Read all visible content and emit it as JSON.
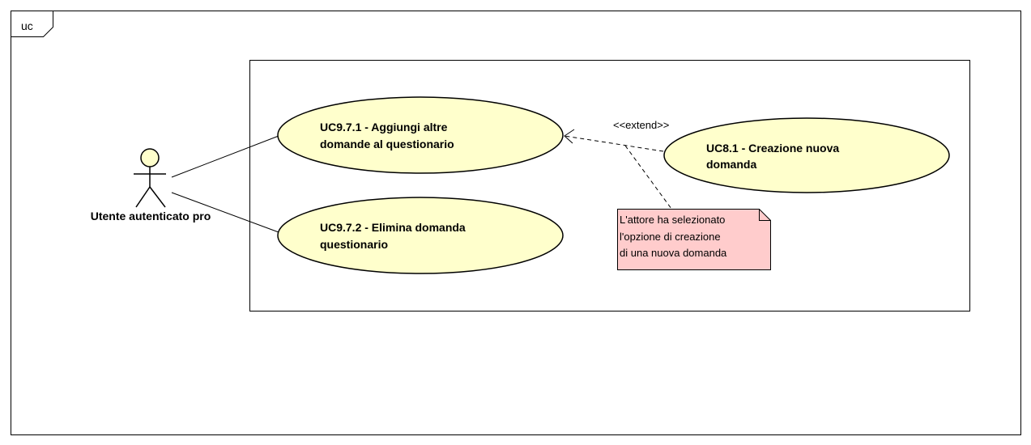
{
  "frame": {
    "label": "uc"
  },
  "actor": {
    "name": "Utente autenticato pro"
  },
  "use_cases": {
    "uc971": {
      "line1": "UC9.7.1 - Aggiungi altre",
      "line2": "domande al questionario"
    },
    "uc972": {
      "line1": "UC9.7.2 - Elimina domanda",
      "line2": "questionario"
    },
    "uc81": {
      "line1": "UC8.1 - Creazione nuova",
      "line2": "domanda"
    }
  },
  "relations": {
    "extend_label": "<<extend>>"
  },
  "note": {
    "line1": "L'attore ha selezionato",
    "line2": "l'opzione di creazione",
    "line3": "di una nuova domanda"
  },
  "colors": {
    "use_case_fill": "#ffffcc",
    "actor_fill": "#ffffcc",
    "note_fill": "#ffcccc",
    "stroke": "#000000"
  }
}
